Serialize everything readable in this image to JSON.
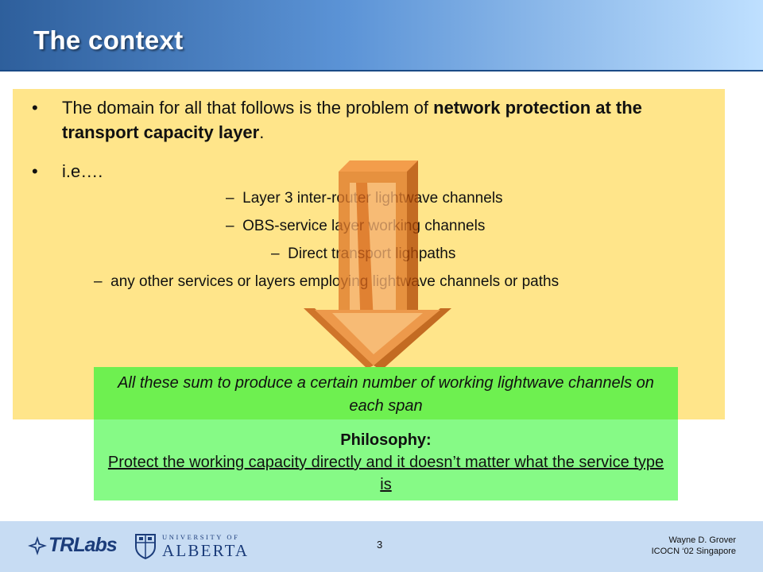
{
  "slide": {
    "title": "The context"
  },
  "bullets": [
    {
      "marker": "•",
      "text_before": "The domain for all that follows is the problem of ",
      "text_bold": "network protection at the transport capacity layer",
      "text_after": "."
    },
    {
      "marker": "•",
      "text": "i.e…."
    }
  ],
  "sub_items": [
    {
      "dash": "–",
      "text": "Layer 3 inter-router lightwave channels"
    },
    {
      "dash": "–",
      "text": "OBS-service layer working channels"
    },
    {
      "dash": "–",
      "text": "Direct transport lighpaths"
    },
    {
      "dash": "–",
      "text": "any other services or layers employing lightwave channels or paths"
    }
  ],
  "sum_box": {
    "text": "All these sum to produce a certain number of working lightwave channels on each span"
  },
  "philosophy": {
    "title": "Philosophy:",
    "body": "Protect the working capacity directly and it doesn’t matter what the service type is"
  },
  "footer": {
    "logo_trlabs": "TRLabs",
    "logo_ua_top": "UNIVERSITY OF",
    "logo_ua_bottom": "ALBERTA",
    "page_number": "3",
    "author": "Wayne D. Grover",
    "conference": "ICOCN ‘02 Singapore"
  },
  "colors": {
    "panel": "#ffe58a",
    "sum_box": "#6ef050",
    "philosophy_box": "#86fa86",
    "arrow": "#d9600f",
    "header": "#5b93d6",
    "footer": "#c7dcf3"
  }
}
